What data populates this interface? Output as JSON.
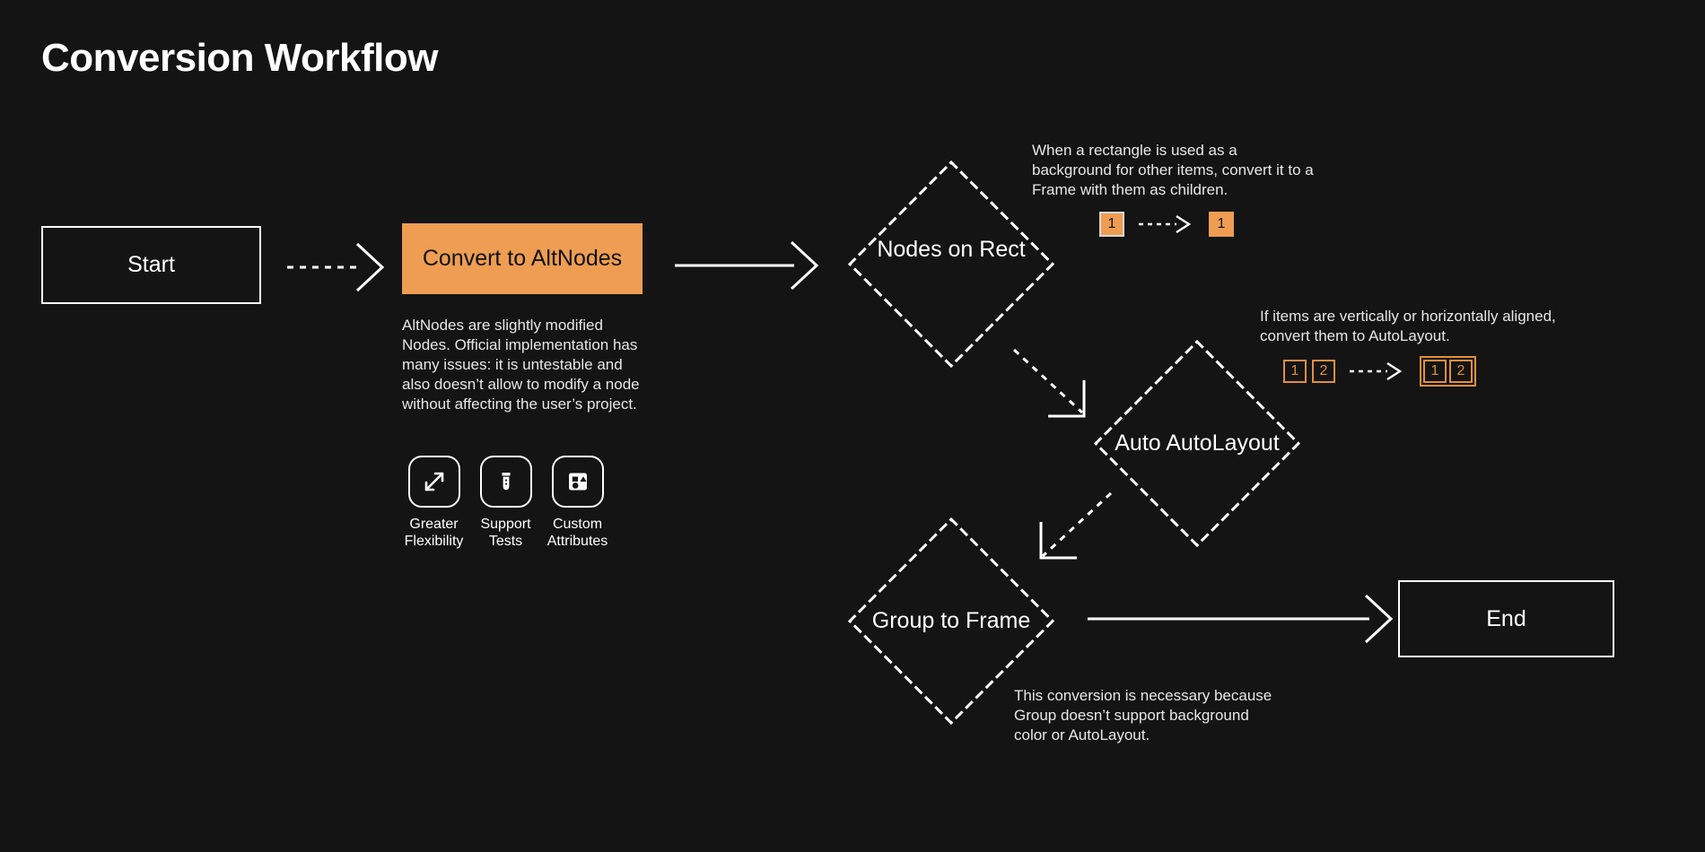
{
  "page": {
    "title": "Conversion Workflow",
    "background_color": "#141414",
    "accent_color": "#ee9d52",
    "text_color": "#ffffff"
  },
  "nodes": {
    "start": {
      "label": "Start",
      "shape": "rectangle"
    },
    "convert": {
      "label": "Convert to AltNodes",
      "shape": "rectangle-filled"
    },
    "nodes_on_rect": {
      "label": "Nodes on Rect",
      "shape": "diamond"
    },
    "auto_autolayout": {
      "label": "Auto AutoLayout",
      "shape": "diamond"
    },
    "group_to_frame": {
      "label": "Group to Frame",
      "shape": "diamond"
    },
    "end": {
      "label": "End",
      "shape": "rectangle"
    }
  },
  "notes": {
    "altnodes": "AltNodes are slightly modified Nodes. Official implementation has many issues: it is untestable and also doesn’t allow to modify a node without affecting the user’s project.",
    "nodes_on_rect": "When a rectangle is used as a background for other items, convert it to a Frame with them as children.",
    "auto_autolayout": "If items are vertically or horizontally aligned, convert them to AutoLayout.",
    "group_to_frame": "This conversion is necessary because Group doesn’t support background color or AutoLayout."
  },
  "features": [
    {
      "icon": "expand-arrows-icon",
      "label": "Greater\nFlexibility"
    },
    {
      "icon": "test-tube-icon",
      "label": "Support\nTests"
    },
    {
      "icon": "shapes-icon",
      "label": "Custom\nAttributes"
    }
  ],
  "badges": {
    "nodes_on_rect": {
      "before": [
        {
          "value": "1",
          "style": "outlined"
        }
      ],
      "after": [
        {
          "value": "1",
          "style": "filled"
        }
      ]
    },
    "auto_autolayout": {
      "before": [
        {
          "value": "1",
          "style": "hollow"
        },
        {
          "value": "2",
          "style": "hollow"
        }
      ],
      "after": [
        {
          "value": "1",
          "style": "hollow"
        },
        {
          "value": "2",
          "style": "hollow"
        }
      ]
    }
  },
  "edges": [
    {
      "from": "start",
      "to": "convert",
      "style": "dashed"
    },
    {
      "from": "convert",
      "to": "nodes_on_rect",
      "style": "solid"
    },
    {
      "from": "nodes_on_rect",
      "to": "auto_autolayout",
      "style": "dashed"
    },
    {
      "from": "auto_autolayout",
      "to": "group_to_frame",
      "style": "dashed"
    },
    {
      "from": "group_to_frame",
      "to": "end",
      "style": "solid"
    }
  ]
}
